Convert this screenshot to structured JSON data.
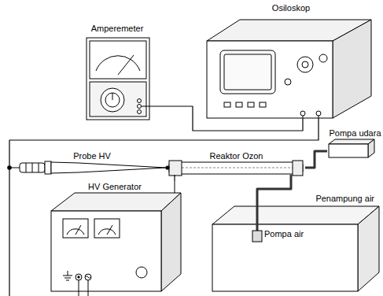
{
  "diagram": {
    "nodes": [
      {
        "text": [
          "Osiloskop"
        ]
      },
      {
        "text": [
          "Amperemeter"
        ]
      },
      {
        "text": [
          "Pompa udara"
        ]
      },
      {
        "text": [
          "Probe HV"
        ]
      },
      {
        "text": [
          "Reaktor Ozon"
        ]
      },
      {
        "text": [
          "HV Generator"
        ]
      },
      {
        "text": [
          "Penampung air"
        ]
      },
      {
        "text": [
          "Pompa air"
        ],
        "in": 6
      }
    ],
    "edges": [
      {
        "from": 1,
        "to": 0,
        "arrow": "none"
      },
      {
        "from": 3,
        "to": 0,
        "arrow": "none"
      },
      {
        "from": 3,
        "to": 4,
        "arrow": "none"
      },
      {
        "from": 5,
        "to": 4,
        "arrow": "none"
      },
      {
        "from": 2,
        "to": 4,
        "arrow": "none"
      },
      {
        "from": 7,
        "to": 4,
        "arrow": "none"
      }
    ]
  }
}
